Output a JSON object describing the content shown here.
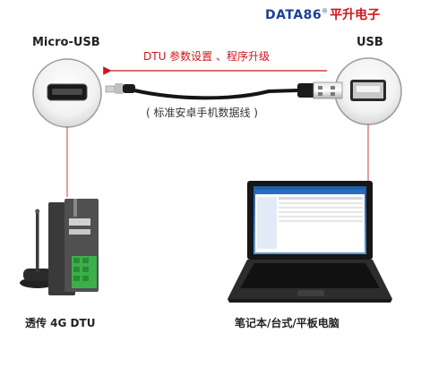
{
  "logo": {
    "brand": "DATA86",
    "mark": "®",
    "cn": "平升电子"
  },
  "labels": {
    "micro_usb": "Micro-USB",
    "usb": "USB",
    "function": "DTU 参数设置 、程序升级",
    "cable": "( 标准安卓手机数据线 )",
    "dtu": "透传 4G DTU",
    "pc": "笔记本/台式/平板电脑"
  },
  "colors": {
    "brand_blue": "#1a3f95",
    "accent_red": "#d0161b",
    "connector_line": "#c04040",
    "dtu_green": "#3bb04a"
  }
}
